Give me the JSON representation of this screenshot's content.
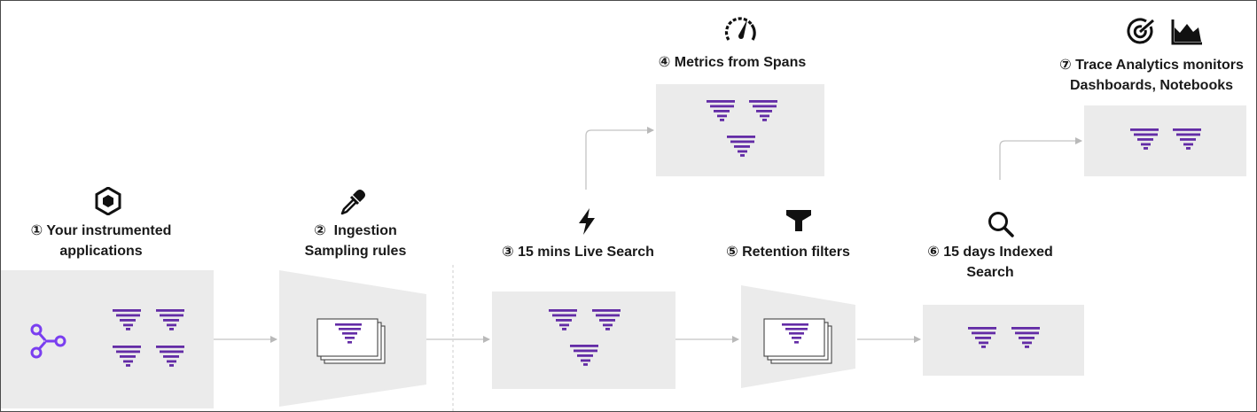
{
  "colors": {
    "accent": "#632ca6",
    "box": "#ebebeb",
    "connector": "#c4c4c4",
    "text": "#1a1a1a"
  },
  "stages": [
    {
      "number": "①",
      "lines": [
        "Your instrumented",
        "applications"
      ],
      "icon": "hexagon-icon"
    },
    {
      "number": "②",
      "lines": [
        "Ingestion",
        "Sampling rules"
      ],
      "icon": "eyedropper-icon"
    },
    {
      "number": "③",
      "lines": [
        "15 mins Live Search"
      ],
      "icon": "lightning-icon"
    },
    {
      "number": "④",
      "lines": [
        "Metrics from Spans"
      ],
      "icon": "gauge-icon"
    },
    {
      "number": "⑤",
      "lines": [
        "Retention filters"
      ],
      "icon": "funnel-icon"
    },
    {
      "number": "⑥",
      "lines": [
        "15 days Indexed",
        "Search"
      ],
      "icon": "magnifier-icon"
    },
    {
      "number": "⑦",
      "lines": [
        "Trace Analytics monitors",
        "Dashboards, Notebooks"
      ],
      "icons": [
        "target-icon",
        "area-chart-icon"
      ]
    }
  ],
  "trace_glyph": "trace-list-icon",
  "app_glyph": "service-graph-icon"
}
